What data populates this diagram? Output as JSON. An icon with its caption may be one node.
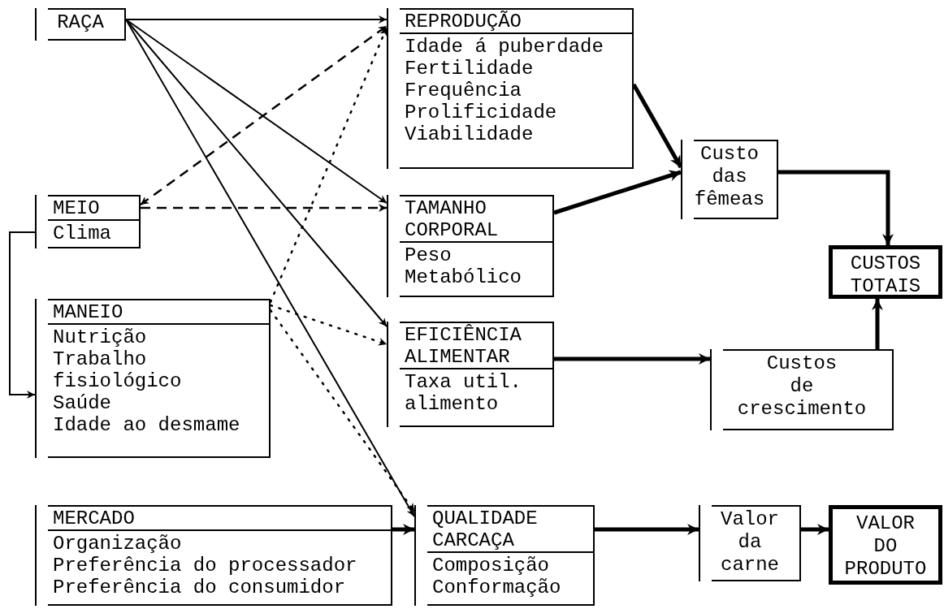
{
  "diagram": {
    "nodes": [
      {
        "text": [
          "RAÇA"
        ]
      },
      {
        "text": [
          "REPRODUÇÃO",
          "Idade á puberdade",
          "Fertilidade",
          "Frequência",
          "Prolificidade",
          "Viabilidade"
        ]
      },
      {
        "text": [
          "MEIO",
          "Clima"
        ]
      },
      {
        "text": [
          "TAMANHO CORPORAL",
          "Peso Metabólico"
        ]
      },
      {
        "text": [
          "MANEIO",
          "Nutrição",
          "Trabalho fisiológico",
          "Saúde",
          "Idade ao desmame"
        ]
      },
      {
        "text": [
          "EFICIÊNCIA ALIMENTAR",
          "Taxa util. alimento"
        ]
      },
      {
        "text": [
          "Custo das fêmeas"
        ]
      },
      {
        "text": [
          "CUSTOS TOTAIS"
        ]
      },
      {
        "text": [
          "Custos de crescimento"
        ]
      },
      {
        "text": [
          "MERCADO",
          "Organização",
          "Preferência do processador",
          "Preferência do consumidor"
        ]
      },
      {
        "text": [
          "QUALIDADE CARCAÇA",
          "Composição",
          "Conformação"
        ]
      },
      {
        "text": [
          "Valor da carne"
        ]
      },
      {
        "text": [
          "VALOR DO PRODUTO"
        ]
      }
    ],
    "edges": [
      {
        "from": 0,
        "to": 1,
        "arrow": "to"
      },
      {
        "from": 0,
        "to": 3,
        "arrow": "to"
      },
      {
        "from": 0,
        "to": 5,
        "arrow": "to"
      },
      {
        "from": 0,
        "to": 10,
        "arrow": "to"
      },
      {
        "from": 2,
        "to": 1,
        "arrow": "both",
        "style": "dashed"
      },
      {
        "from": 2,
        "to": 3,
        "arrow": "to",
        "style": "dashed"
      },
      {
        "from": 2,
        "to": 4,
        "arrow": "to"
      },
      {
        "from": 4,
        "to": 1,
        "arrow": "to",
        "style": "dashed"
      },
      {
        "from": 4,
        "to": 5,
        "arrow": "to",
        "style": "dashed"
      },
      {
        "from": 4,
        "to": 10,
        "arrow": "to",
        "style": "dashed"
      },
      {
        "from": 1,
        "to": 6,
        "arrow": "to",
        "style": "thick"
      },
      {
        "from": 3,
        "to": 6,
        "arrow": "to",
        "style": "thick"
      },
      {
        "from": 6,
        "to": 7,
        "arrow": "to",
        "style": "thick"
      },
      {
        "from": 5,
        "to": 8,
        "arrow": "to",
        "style": "thick"
      },
      {
        "from": 8,
        "to": 7,
        "arrow": "to",
        "style": "thick"
      },
      {
        "from": 9,
        "to": 10,
        "arrow": "to",
        "style": "thick"
      },
      {
        "from": 10,
        "to": 11,
        "arrow": "to",
        "style": "thick"
      },
      {
        "from": 11,
        "to": 12,
        "arrow": "to",
        "style": "thick"
      }
    ]
  }
}
